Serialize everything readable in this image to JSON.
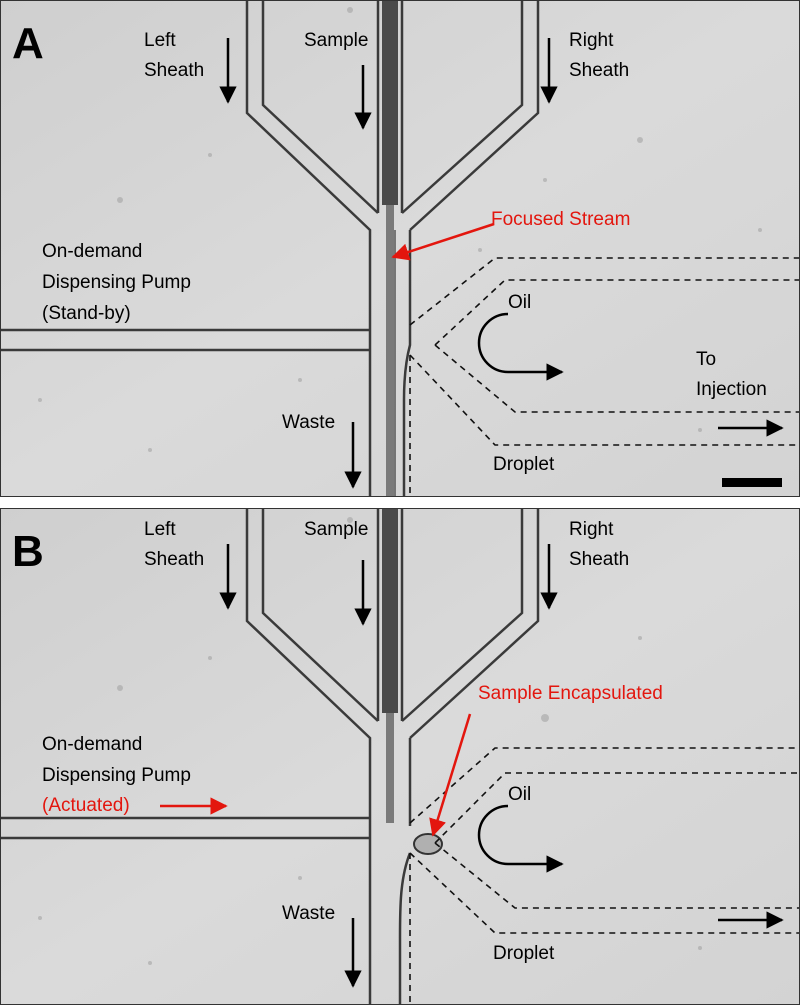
{
  "panels": [
    {
      "letter": "A",
      "left_sheath": [
        "Left",
        "Sheath"
      ],
      "sample": "Sample",
      "right_sheath": [
        "Right",
        "Sheath"
      ],
      "pump": [
        "On-demand",
        "Dispensing Pump"
      ],
      "pump_state": "(Stand-by)",
      "waste": "Waste",
      "oil": "Oil",
      "droplet": "Droplet",
      "callout": "Focused Stream",
      "outlet": [
        "To",
        "Injection"
      ]
    },
    {
      "letter": "B",
      "left_sheath": [
        "Left",
        "Sheath"
      ],
      "sample": "Sample",
      "right_sheath": [
        "Right",
        "Sheath"
      ],
      "pump": [
        "On-demand",
        "Dispensing Pump"
      ],
      "pump_state": "(Actuated)",
      "waste": "Waste",
      "oil": "Oil",
      "droplet": "Droplet",
      "callout": "Sample Encapsulated"
    }
  ],
  "colors": {
    "annotation_red": "#e3160e",
    "background_gray": "#d8d8d8",
    "channel_wall": "#3a3a3a",
    "text": "#000000"
  }
}
